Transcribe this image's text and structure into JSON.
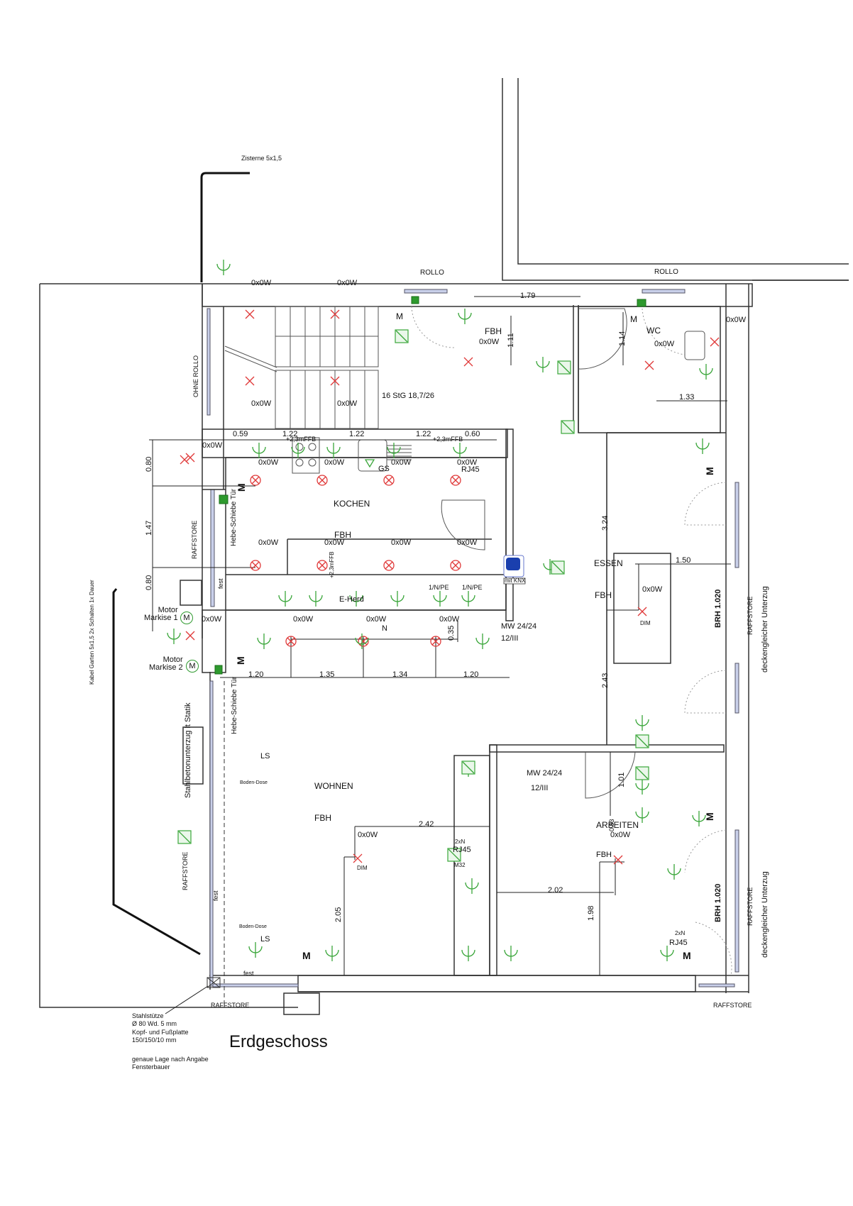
{
  "title": "Erdgeschoss",
  "colors": {
    "walls": "#333333",
    "electrical_outlets": "#3aa63a",
    "lights": "#e03a3a",
    "window_glass": "#c9d0ea",
    "knx_panel": "#1a3fae",
    "motor_block": "#2e9a2e"
  },
  "notes": {
    "cistern_cable": "Zisterne 5x1,5",
    "garden_cable": "Kabel Garten 5x1,5 2x Schalten 1x Dauer",
    "steel_column": [
      "Stahlstütze",
      "Ø 80 Wd. 5 mm",
      "Kopf- und Fußplatte",
      "150/150/10 mm"
    ],
    "column_position": [
      "genaue Lage nach Angabe",
      "Fensterbauer"
    ],
    "concrete_beam": "Stahlbetonunterzug lt Statik",
    "stairs": "16 StG 18,7/26",
    "beam_1": [
      "MW 24/24",
      "12/III"
    ],
    "beam_2": [
      "MW 24/24",
      "12/III"
    ]
  },
  "shading": {
    "rollo": "ROLLO",
    "ohne_rollo": "OHNE ROLLO",
    "raffstore": "RAFFSTORE",
    "deckengleich": "deckengleicher Unterzug"
  },
  "rooms": {
    "kochen": {
      "name": "KOCHEN",
      "heating": "FBH"
    },
    "essen": {
      "name": "ESSEN",
      "heating": "FBH"
    },
    "wohnen": {
      "name": "WOHNEN",
      "heating": "FBH"
    },
    "arbeiten": {
      "name": "ARBEITEN",
      "heating": "FBH",
      "light": "0x0W"
    },
    "wc": {
      "name": "WC",
      "light": "0x0W"
    },
    "storage": {
      "heating": "FBH",
      "light": "0x0W"
    }
  },
  "fixtures": {
    "light_label": "0x0W",
    "dim": "DIM",
    "e_herd": "E-Herd",
    "gs": "GS",
    "rj45": "RJ45",
    "two_n": "2xN",
    "one_n_pe": "1/N/PE",
    "mit_knx": "mit KNX",
    "boden_dose": "Boden-Dose",
    "ls": "LS",
    "m32": "M32",
    "m": "M",
    "n": "N",
    "height_ffb": "+2,3mFFB",
    "motor_markise_1": [
      "Motor",
      "Markise 1"
    ],
    "motor_markise_2": [
      "Motor",
      "Markise 2"
    ],
    "motor_symbol": "M",
    "hebe_schiebe_tuer": "Hebe-Schiebe Tür",
    "fest": "fest",
    "brh": "BRH 1.020"
  },
  "dimensions": {
    "top_1_79": "1.79",
    "v_1_11": "1.11",
    "v_1_14": "1.14",
    "wc_1_33": "1.33",
    "kitchen_row": [
      "0.59",
      "1.22",
      "1.22",
      "1.22",
      "0.60"
    ],
    "left_vertical": [
      "0.80",
      "1.47",
      "0.80"
    ],
    "v_3_24": "3.24",
    "essen_1_50": "1.50",
    "v_2_43": "2.43",
    "v_0_35": "0.35",
    "lower_row": [
      "1.20",
      "1.35",
      "1.34",
      "1.20"
    ],
    "wohnen_2_42": "2.42",
    "v_2_05": "2.05",
    "v_1_01": "1.01",
    "v_0_93": "0.93",
    "arbeiten_2_02": "2.02",
    "v_1_98": "1.98"
  }
}
